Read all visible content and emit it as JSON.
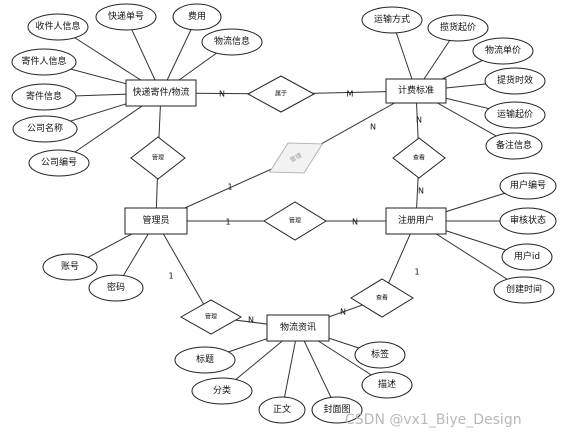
{
  "entities": [
    {
      "id": "express",
      "label": "快递寄件/物流"
    },
    {
      "id": "billing",
      "label": "计费标准"
    },
    {
      "id": "admin",
      "label": "管理员"
    },
    {
      "id": "user",
      "label": "注册用户"
    },
    {
      "id": "news",
      "label": "物流资讯"
    }
  ],
  "attributes": [
    {
      "id": "a1",
      "entity": "express",
      "label": "收件人信息"
    },
    {
      "id": "a2",
      "entity": "express",
      "label": "快递单号"
    },
    {
      "id": "a3",
      "entity": "express",
      "label": "费用"
    },
    {
      "id": "a4",
      "entity": "express",
      "label": "物流信息"
    },
    {
      "id": "a5",
      "entity": "express",
      "label": "寄件人信息"
    },
    {
      "id": "a6",
      "entity": "express",
      "label": "寄件信息"
    },
    {
      "id": "a7",
      "entity": "express",
      "label": "公司名称"
    },
    {
      "id": "a8",
      "entity": "express",
      "label": "公司编号"
    },
    {
      "id": "b1",
      "entity": "billing",
      "label": "运输方式"
    },
    {
      "id": "b2",
      "entity": "billing",
      "label": "揽货起价"
    },
    {
      "id": "b3",
      "entity": "billing",
      "label": "物流单价"
    },
    {
      "id": "b4",
      "entity": "billing",
      "label": "提货时效"
    },
    {
      "id": "b5",
      "entity": "billing",
      "label": "运输起价"
    },
    {
      "id": "b6",
      "entity": "billing",
      "label": "备注信息"
    },
    {
      "id": "c1",
      "entity": "admin",
      "label": "账号"
    },
    {
      "id": "c2",
      "entity": "admin",
      "label": "密码"
    },
    {
      "id": "d1",
      "entity": "user",
      "label": "用户编号"
    },
    {
      "id": "d2",
      "entity": "user",
      "label": "审核状态"
    },
    {
      "id": "d3",
      "entity": "user",
      "label": "用户id"
    },
    {
      "id": "d4",
      "entity": "user",
      "label": "创建时间"
    },
    {
      "id": "e1",
      "entity": "news",
      "label": "标题"
    },
    {
      "id": "e2",
      "entity": "news",
      "label": "标签"
    },
    {
      "id": "e3",
      "entity": "news",
      "label": "分类"
    },
    {
      "id": "e4",
      "entity": "news",
      "label": "描述"
    },
    {
      "id": "e5",
      "entity": "news",
      "label": "正文"
    },
    {
      "id": "e6",
      "entity": "news",
      "label": "封面图"
    }
  ],
  "relationships": [
    {
      "id": "r1",
      "label": "属于",
      "from": "express",
      "to": "billing",
      "card_from": "N",
      "card_to": "M",
      "faded": false
    },
    {
      "id": "r2",
      "label": "管理",
      "from": "express",
      "to": "admin",
      "card_from": "",
      "card_to": "",
      "faded": false
    },
    {
      "id": "r3",
      "label": "管理",
      "from": "admin",
      "to": "user",
      "card_from": "1",
      "card_to": "N",
      "faded": false
    },
    {
      "id": "r4",
      "label": "查看",
      "from": "billing",
      "to": "user",
      "card_from": "N",
      "card_to": "N",
      "faded": false
    },
    {
      "id": "r5",
      "label": "管理",
      "from": "admin",
      "to": "billing",
      "card_from": "1",
      "card_to": "N",
      "faded": true
    },
    {
      "id": "r6",
      "label": "管理",
      "from": "admin",
      "to": "news",
      "card_from": "1",
      "card_to": "N",
      "faded": false
    },
    {
      "id": "r7",
      "label": "查看",
      "from": "news",
      "to": "user",
      "card_from": "N",
      "card_to": "1",
      "faded": false
    }
  ],
  "watermark": "CSDN @vx1_Biye_Design"
}
